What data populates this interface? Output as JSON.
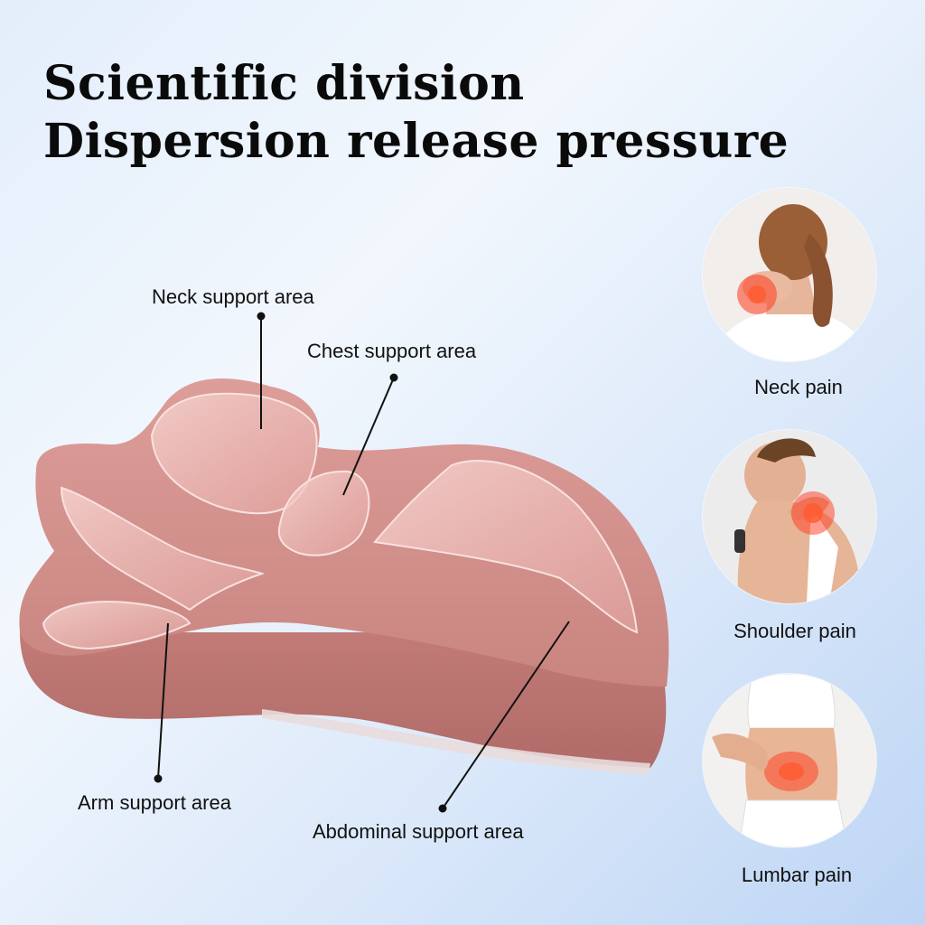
{
  "headline": {
    "line1": "Scientific division",
    "line2": "Dispersion release pressure"
  },
  "callouts": {
    "neck": "Neck support area",
    "chest": "Chest support area",
    "arm": "Arm support area",
    "abdominal": "Abdominal support area"
  },
  "pain_points": [
    {
      "label": "Neck pain",
      "icon": "neck-pain-photo"
    },
    {
      "label": "Shoulder pain",
      "icon": "shoulder-pain-photo"
    },
    {
      "label": "Lumbar pain",
      "icon": "lumbar-pain-photo"
    }
  ],
  "colors": {
    "pillow": "#d8938f",
    "pillow_dark": "#c47c79",
    "pain_glow": "#ff3a1e"
  }
}
